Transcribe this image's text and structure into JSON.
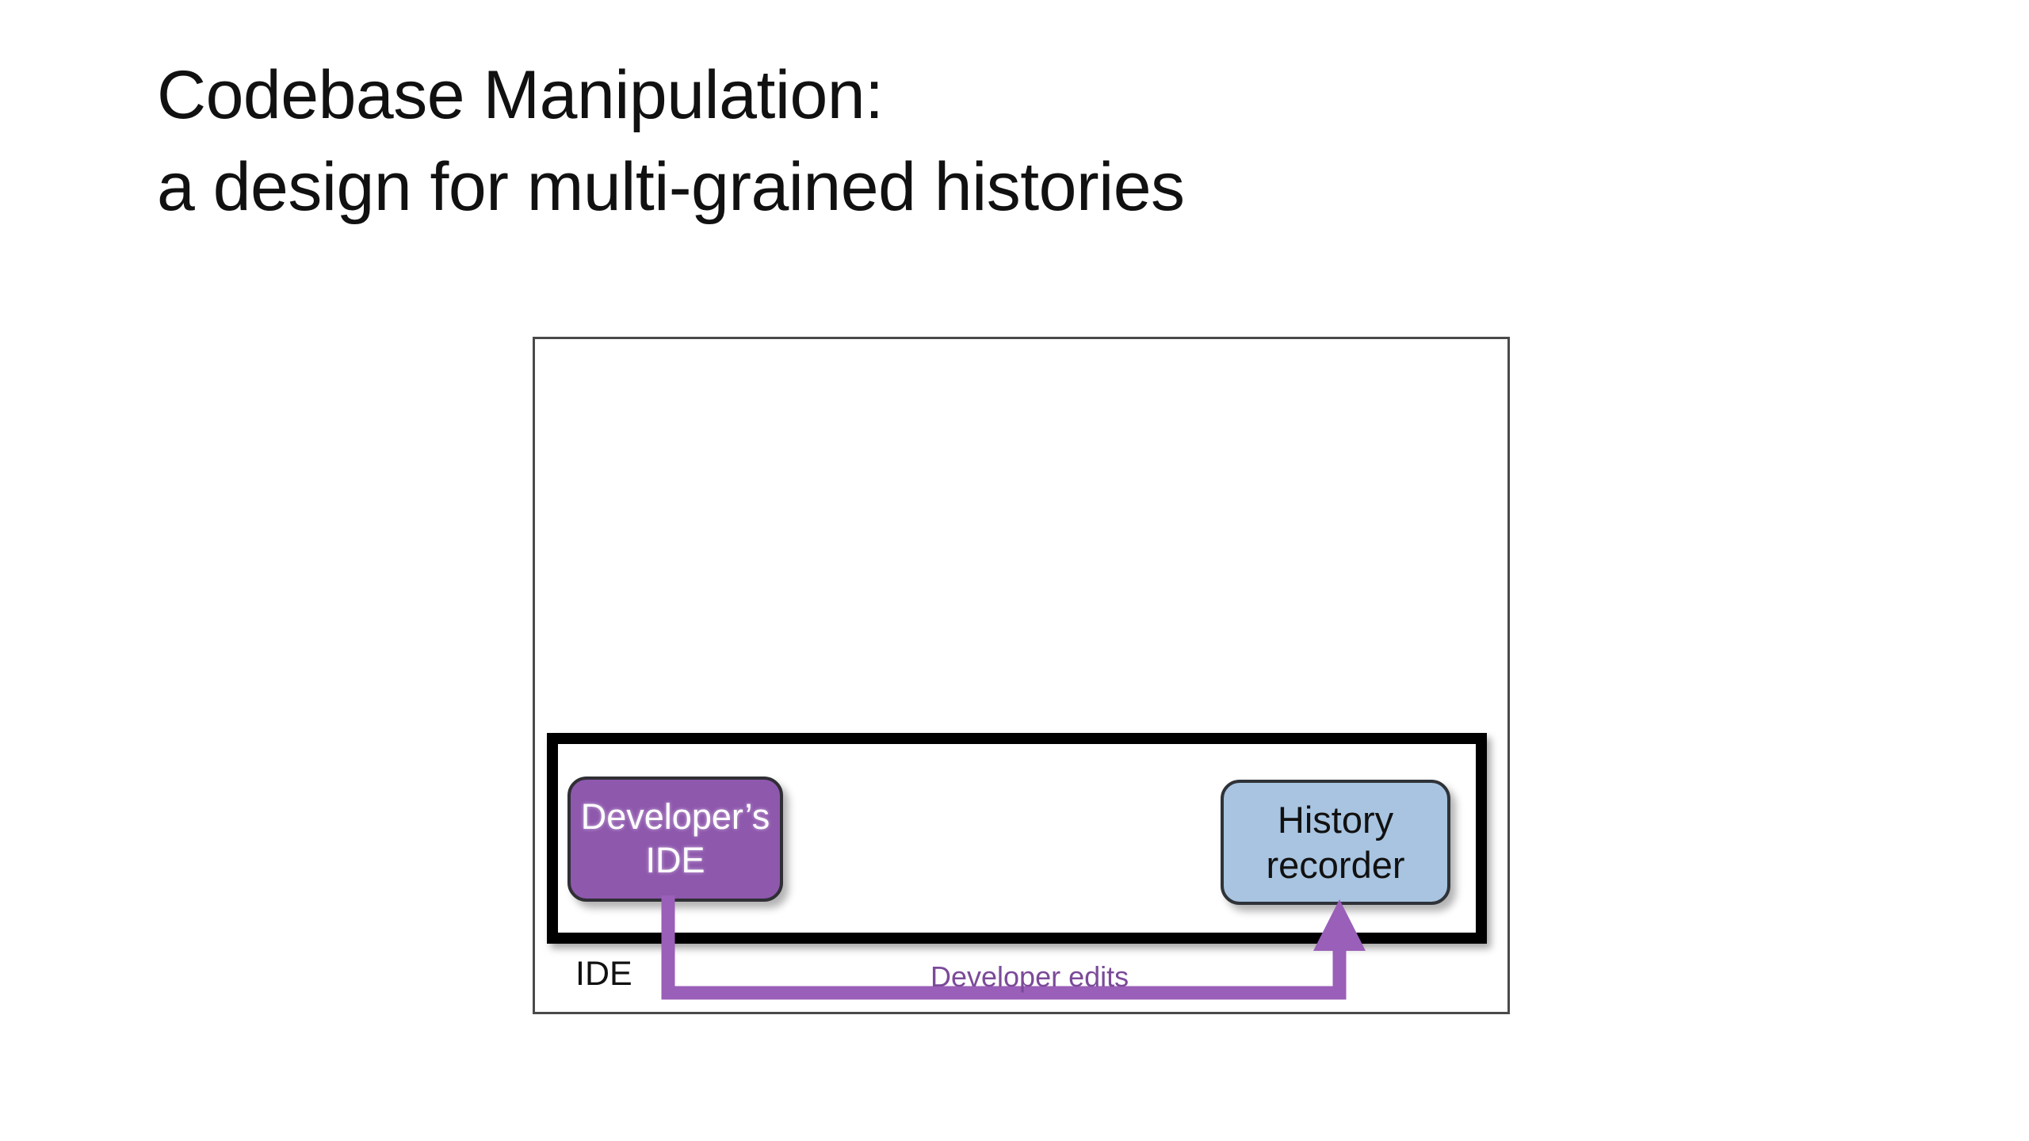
{
  "slide": {
    "title_lines": [
      "Codebase Manipulation:",
      "a design for multi-grained histories"
    ],
    "title_line_1": "Codebase Manipulation:",
    "title_line_2": "a design for multi-grained histories",
    "background_color": "#ffffff"
  },
  "diagram": {
    "type": "block-diagram",
    "outer_container": {
      "name": "system-frame",
      "border_color": "#4a4a4a",
      "fill": "#ffffff"
    },
    "ide_band": {
      "name": "ide-band",
      "label": "IDE",
      "border_color": "#000000",
      "fill": "#ffffff"
    },
    "nodes": [
      {
        "id": "developer-ide",
        "label": "Developer’s\nIDE",
        "fill": "#8e58ad",
        "border": "#2f2f35",
        "text_color": "#ffffff"
      },
      {
        "id": "history-recorder",
        "label": "History\nrecorder",
        "fill": "#a8c4e0",
        "border": "#2f3338",
        "text_color": "#111111"
      }
    ],
    "edges": [
      {
        "id": "developer-edits",
        "label": "Developer edits",
        "from": "developer-ide",
        "to": "history-recorder",
        "color": "#9a5fb8",
        "label_color": "#7b4a99",
        "style": "elbow-arrow",
        "direction": "to-history-recorder"
      }
    ],
    "labels": [
      {
        "id": "ide",
        "text": "IDE",
        "color": "#111111"
      },
      {
        "id": "developer-edits",
        "text": "Developer edits",
        "color": "#7b4a99"
      }
    ]
  }
}
